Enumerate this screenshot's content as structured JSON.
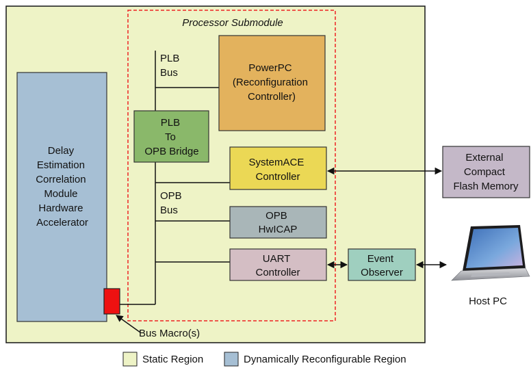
{
  "colors": {
    "static_region": "#eef3c6",
    "dynamic_region": "#a6bfd4",
    "powerpc": "#e3b25d",
    "bridge": "#8ab86a",
    "systemace": "#ebd855",
    "hwicap": "#a9b6b8",
    "uart": "#d4bec4",
    "event_observer": "#9fcfbf",
    "flash": "#c4b8c8",
    "bus_macro": "#ee1111",
    "submodule_border": "#ee2222"
  },
  "submodule": {
    "title": "Processor Submodule"
  },
  "plb_bus": {
    "lines": [
      "PLB",
      "Bus"
    ]
  },
  "opb_bus": {
    "lines": [
      "OPB",
      "Bus"
    ]
  },
  "powerpc": {
    "lines": [
      "PowerPC",
      "(Reconfiguration",
      "Controller)"
    ]
  },
  "bridge": {
    "lines": [
      "PLB",
      "To",
      "OPB Bridge"
    ]
  },
  "systemace": {
    "lines": [
      "SystemACE",
      "Controller"
    ]
  },
  "hwicap": {
    "lines": [
      "OPB",
      "HwICAP"
    ]
  },
  "uart": {
    "lines": [
      "UART",
      "Controller"
    ]
  },
  "accelerator": {
    "lines": [
      "Delay",
      "Estimation",
      "Correlation",
      "Module",
      "Hardware",
      "Accelerator"
    ]
  },
  "bus_macro": {
    "label": "Bus Macro(s)"
  },
  "external_flash": {
    "lines": [
      "External",
      "Compact",
      "Flash Memory"
    ]
  },
  "event_observer": {
    "lines": [
      "Event",
      "Observer"
    ]
  },
  "host_pc": {
    "label": "Host PC"
  },
  "legend": {
    "static": "Static Region",
    "dynamic": "Dynamically Reconfigurable Region"
  }
}
